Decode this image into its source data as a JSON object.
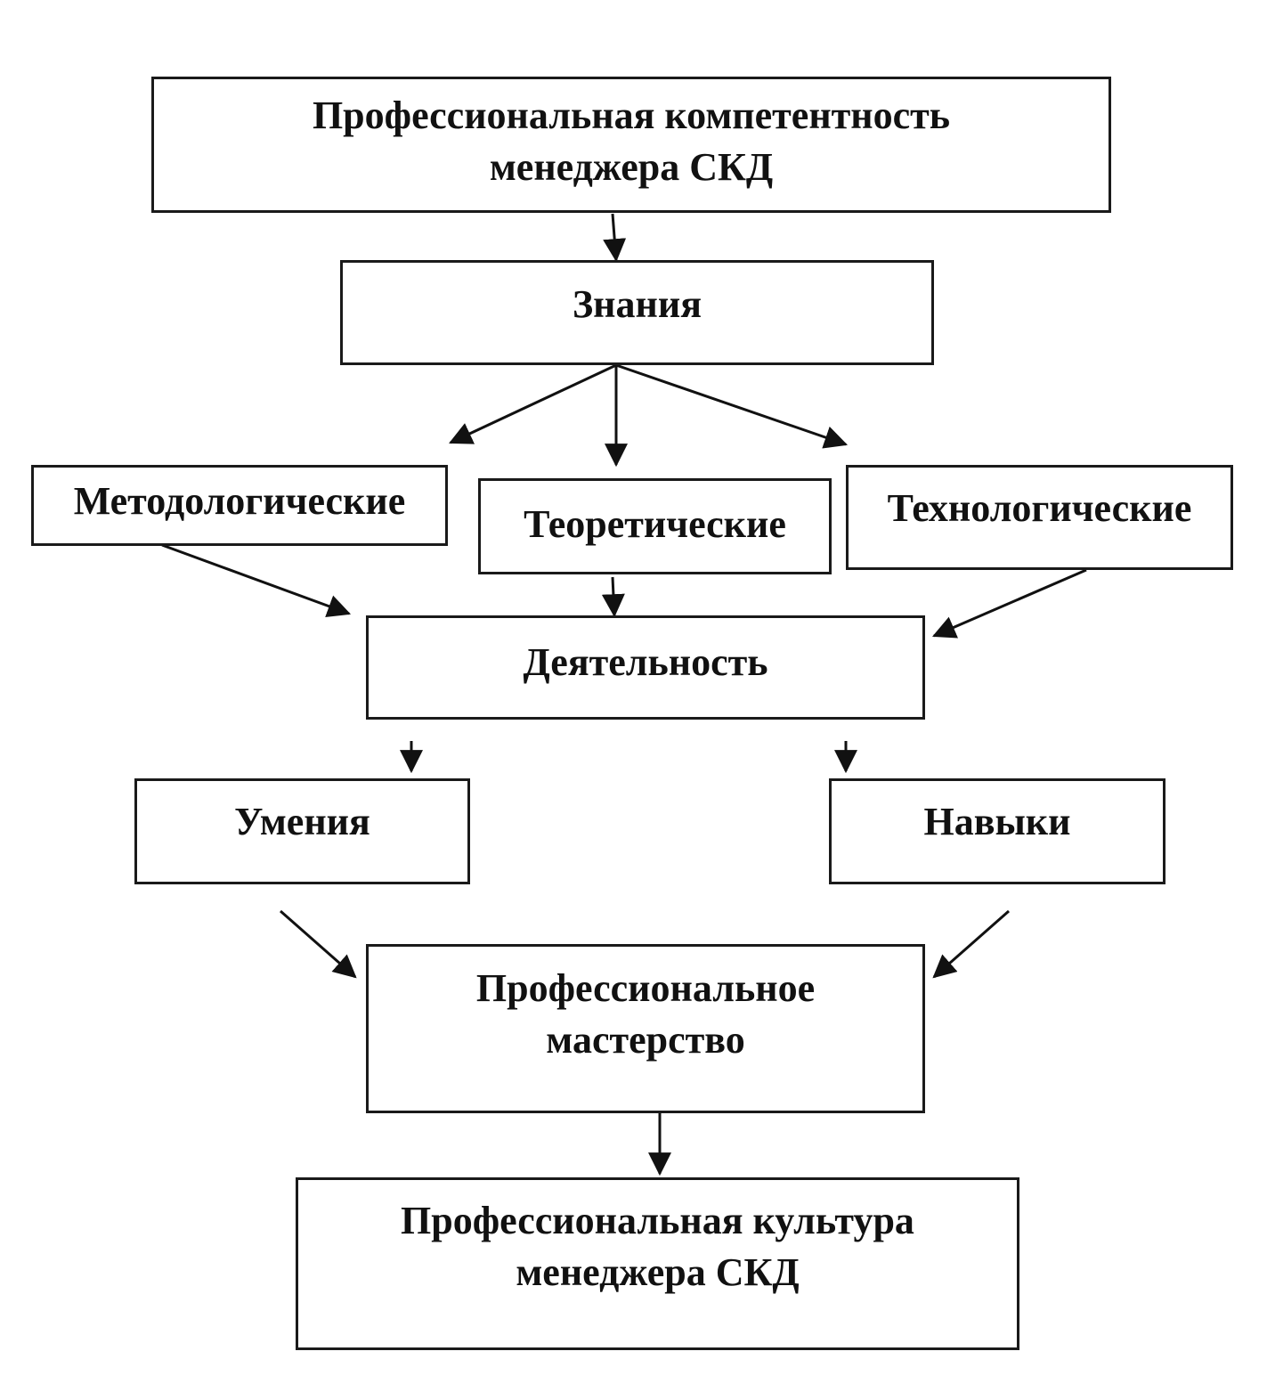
{
  "nodes": {
    "competence": {
      "lines": [
        "Профессиональная компетентность",
        "менеджера СКД"
      ]
    },
    "knowledge": {
      "label": "Знания"
    },
    "methodological": {
      "label": "Методологические"
    },
    "theoretical": {
      "label": "Теоретические"
    },
    "technological": {
      "label": "Технологические"
    },
    "activity": {
      "label": "Деятельность"
    },
    "abilities": {
      "label": "Умения"
    },
    "skills": {
      "label": "Навыки"
    },
    "mastery": {
      "lines": [
        "Профессиональное",
        "мастерство"
      ]
    },
    "culture": {
      "lines": [
        "Профессиональная культура",
        "менеджера СКД"
      ]
    }
  },
  "edges": [
    {
      "from": "Профессиональная компетентность менеджера СКД",
      "to": "Знания"
    },
    {
      "from": "Знания",
      "to": "Методологические"
    },
    {
      "from": "Знания",
      "to": "Теоретические"
    },
    {
      "from": "Знания",
      "to": "Технологические"
    },
    {
      "from": "Методологические",
      "to": "Деятельность"
    },
    {
      "from": "Теоретические",
      "to": "Деятельность"
    },
    {
      "from": "Технологические",
      "to": "Деятельность"
    },
    {
      "from": "Деятельность",
      "to": "Умения"
    },
    {
      "from": "Деятельность",
      "to": "Навыки"
    },
    {
      "from": "Умения",
      "to": "Профессиональное мастерство"
    },
    {
      "from": "Навыки",
      "to": "Профессиональное мастерство"
    },
    {
      "from": "Профессиональное мастерство",
      "to": "Профессиональная культура менеджера СКД"
    }
  ]
}
